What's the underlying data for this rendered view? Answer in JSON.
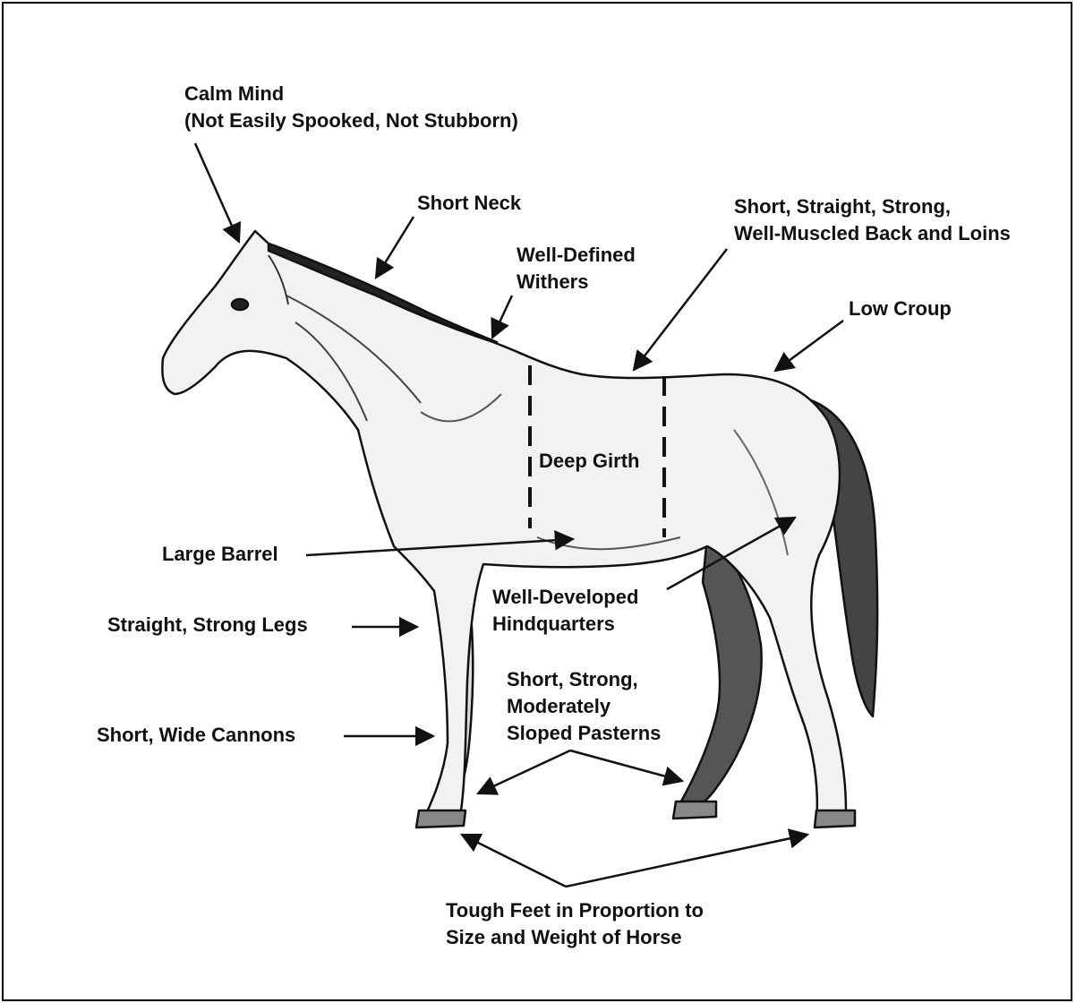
{
  "colors": {
    "ink": "#111111",
    "background": "#ffffff",
    "horse_fill": "#f2f2f2"
  },
  "labels": {
    "calm_mind": [
      "Calm Mind",
      "(Not Easily Spooked, Not Stubborn)"
    ],
    "short_neck": "Short Neck",
    "withers": [
      "Well-Defined",
      "Withers"
    ],
    "back_loins": [
      "Short, Straight, Strong,",
      "Well-Muscled Back and Loins"
    ],
    "low_croup": "Low Croup",
    "deep_girth": "Deep Girth",
    "large_barrel": "Large Barrel",
    "hindquarters": [
      "Well-Developed",
      "Hindquarters"
    ],
    "legs": "Straight, Strong Legs",
    "pasterns": [
      "Short, Strong,",
      "Moderately",
      "Sloped Pasterns"
    ],
    "cannons": "Short, Wide Cannons",
    "feet": [
      "Tough Feet in Proportion to",
      "Size and Weight of Horse"
    ]
  }
}
